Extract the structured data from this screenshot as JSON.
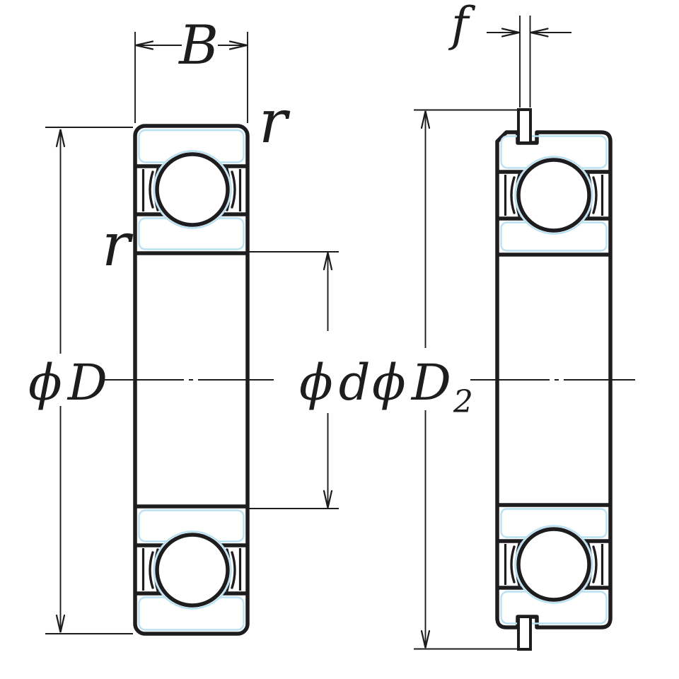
{
  "views": {
    "left_bearing": {
      "labels": {
        "width": "B",
        "corner_radius_top_right": "r",
        "corner_radius_left": "r",
        "outer_diameter": [
          "ϕ",
          "D"
        ],
        "bore_diameter": [
          "ϕ",
          "d"
        ]
      }
    },
    "right_bearing": {
      "labels": {
        "snap_ring_width": "f",
        "diameter_over_snap_ring": [
          "ϕ",
          "D",
          "2"
        ]
      }
    }
  },
  "colors": {
    "line": "#1d1d1f",
    "shading_highlight": "#b9e1f1",
    "background": "#ffffff"
  }
}
